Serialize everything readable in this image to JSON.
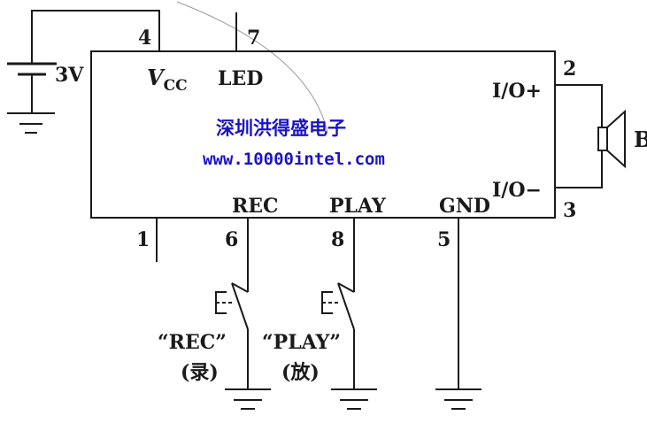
{
  "battery": {
    "voltage": "3V"
  },
  "chip": {
    "pins": {
      "vcc": {
        "number": "4",
        "label": "V",
        "label_sub": "CC"
      },
      "led": {
        "number": "7",
        "label": "LED"
      },
      "io_plus": {
        "number": "2",
        "label": "I/O+"
      },
      "io_minus": {
        "number": "3",
        "label": "I/O−"
      },
      "pin1": {
        "number": "1"
      },
      "rec": {
        "number": "6",
        "label": "REC"
      },
      "play": {
        "number": "8",
        "label": "PLAY"
      },
      "gnd": {
        "number": "5",
        "label": "GND"
      }
    }
  },
  "speaker": {
    "label": "B"
  },
  "switches": {
    "rec": {
      "label": "“REC”",
      "sublabel": "(录)"
    },
    "play": {
      "label": "“PLAY”",
      "sublabel": "(放)"
    }
  },
  "watermark": {
    "name": "深圳洪得盛电子",
    "url": "www.10000intel.com",
    "color": "#1a14c8"
  }
}
